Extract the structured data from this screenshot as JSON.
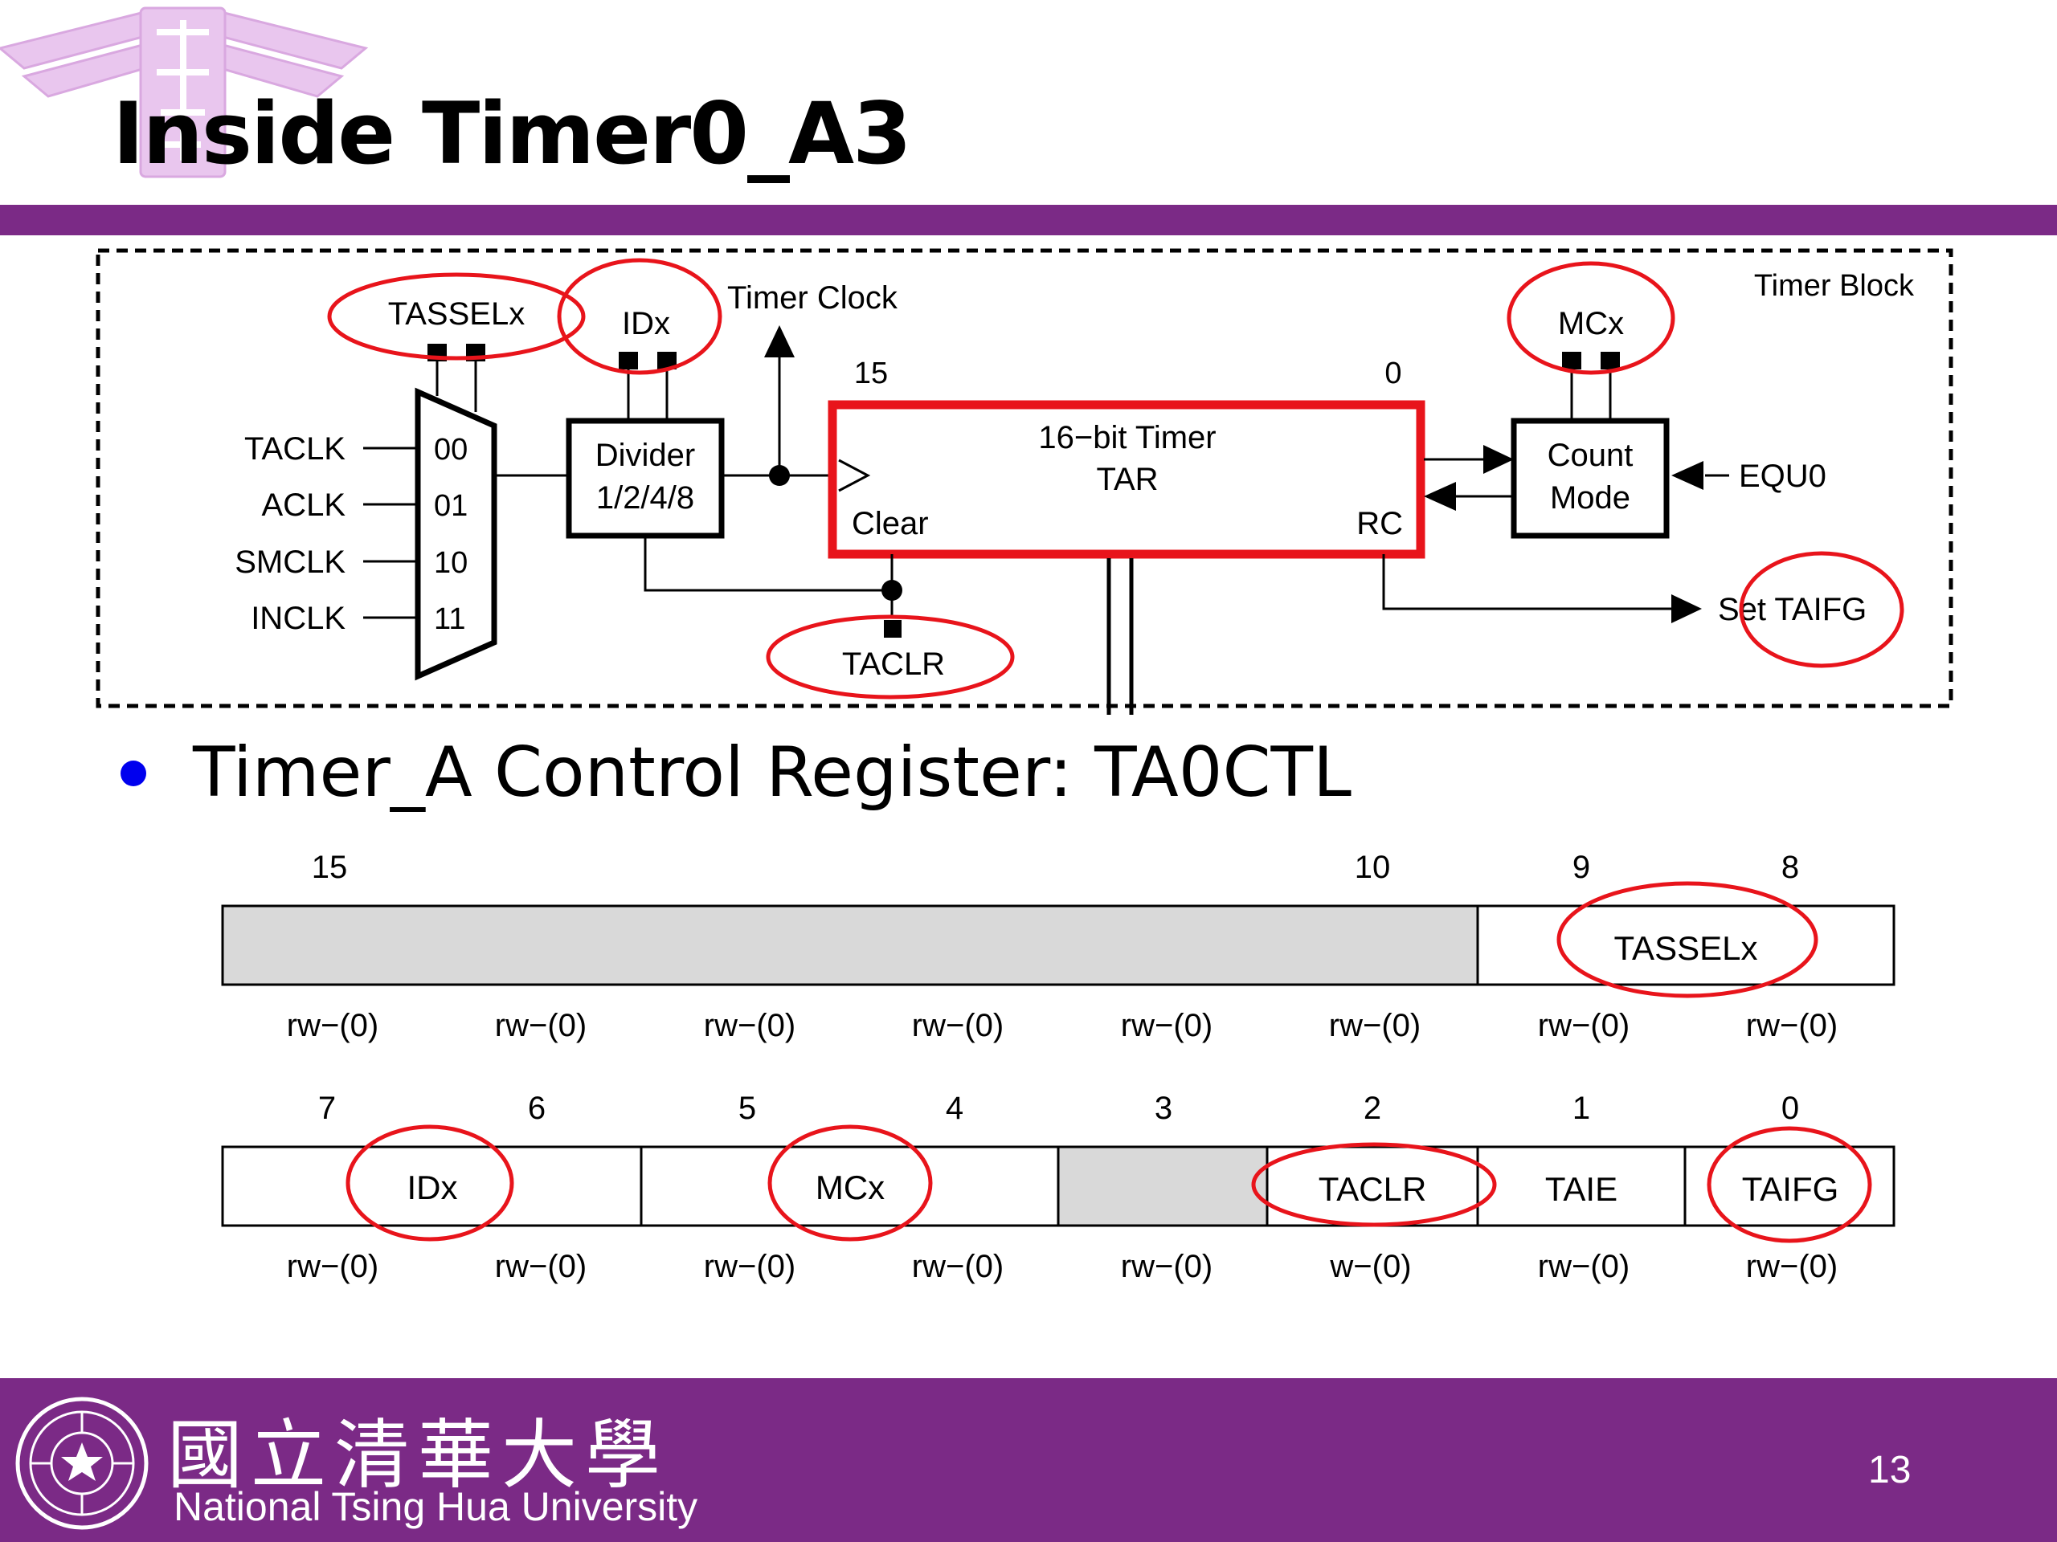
{
  "slide": {
    "title": "Inside Timer0_A3",
    "bullet": "Timer_A Control Register: TA0CTL",
    "page_number": "13",
    "footer_cn": "國立清華大學",
    "footer_en": "National Tsing Hua University"
  },
  "colors": {
    "purple": "#7b2a86",
    "highlight_red": "#e8141b",
    "bullet_blue": "#0000ee",
    "reserved_gray": "#d9d9d9"
  },
  "timer_block": {
    "block_label": "Timer Block",
    "tassel_label": "TASSELx",
    "id_label": "IDx",
    "timer_clock_label": "Timer Clock",
    "mc_label": "MCx",
    "bit_high": "15",
    "bit_low": "0",
    "inputs": [
      {
        "name": "TACLK",
        "code": "00"
      },
      {
        "name": "ACLK",
        "code": "01"
      },
      {
        "name": "SMCLK",
        "code": "10"
      },
      {
        "name": "INCLK",
        "code": "11"
      }
    ],
    "divider_line1": "Divider",
    "divider_line2": "1/2/4/8",
    "timer_line1": "16−bit Timer",
    "timer_line2": "TAR",
    "clear_label": "Clear",
    "rc_label": "RC",
    "count_line1": "Count",
    "count_line2": "Mode",
    "equ_label": "EQU0",
    "set_taifg_label": "Set TAIFG",
    "taclr_label": "TACLR"
  },
  "register": {
    "row1": {
      "bit_labels": [
        "15",
        "10",
        "9",
        "8"
      ],
      "field": "TASSELx",
      "access": [
        "rw−(0)",
        "rw−(0)",
        "rw−(0)",
        "rw−(0)",
        "rw−(0)",
        "rw−(0)",
        "rw−(0)",
        "rw−(0)"
      ]
    },
    "row2": {
      "bit_labels": [
        "7",
        "6",
        "5",
        "4",
        "3",
        "2",
        "1",
        "0"
      ],
      "fields": [
        "IDx",
        "MCx",
        "",
        "TACLR",
        "TAIE",
        "TAIFG"
      ],
      "access": [
        "rw−(0)",
        "rw−(0)",
        "rw−(0)",
        "rw−(0)",
        "rw−(0)",
        "w−(0)",
        "rw−(0)",
        "rw−(0)"
      ]
    }
  }
}
